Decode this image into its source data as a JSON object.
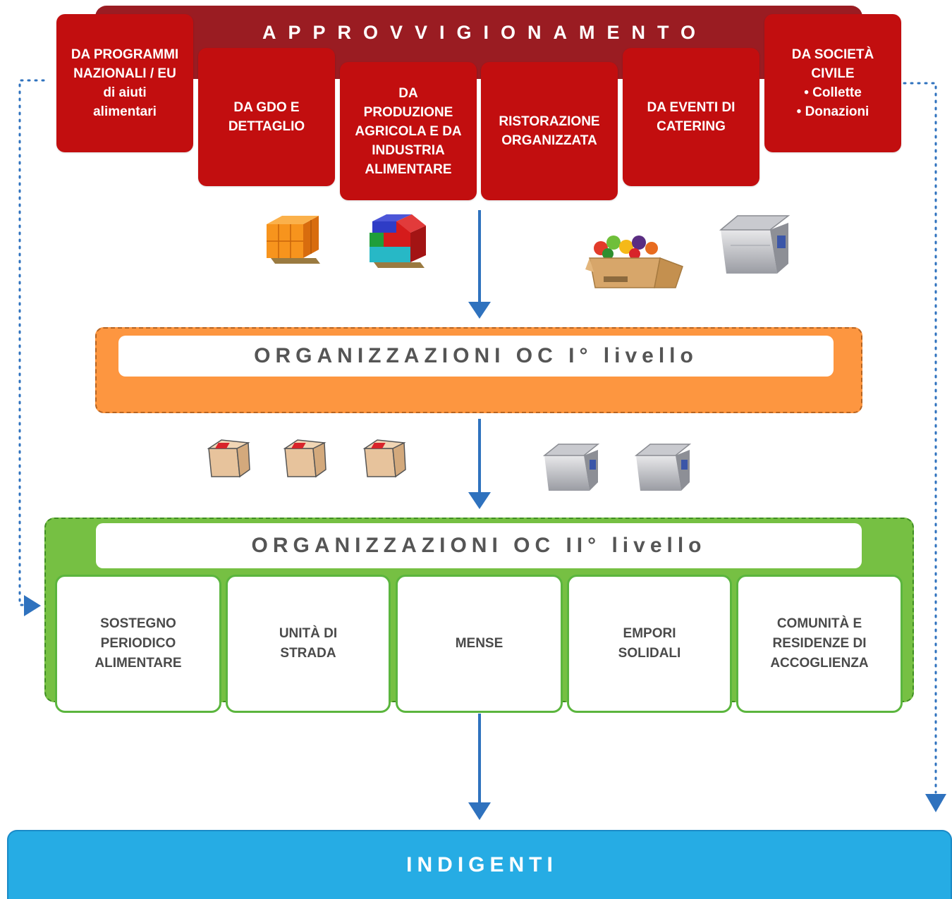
{
  "colors": {
    "banner": "#9a1c22",
    "source_box": "#c20e0f",
    "oc1": "#fd9640",
    "oc2": "#76c043",
    "indigenti": "#26ace4",
    "arrow": "#2f72be"
  },
  "banner": {
    "title": "APPROVVIGIONAMENTO"
  },
  "sources": [
    {
      "label": "DA PROGRAMMI\nNAZIONALI / EU\ndi aiuti\nalimentari"
    },
    {
      "label": "DA GDO E\nDETTAGLIO"
    },
    {
      "label": "DA\nPRODUZIONE\nAGRICOLA E DA\nINDUSTRIA\nALIMENTARE"
    },
    {
      "label": "RISTORAZIONE\nORGANIZZATA"
    },
    {
      "label": "DA EVENTI DI\nCATERING"
    },
    {
      "label": "DA SOCIETÀ\nCIVILE\n• Collette\n• Donazioni"
    }
  ],
  "icons_row1": [
    "pallet-boxes-icon",
    "pallet-mixed-icon",
    "produce-box-icon",
    "thermal-container-icon"
  ],
  "oc1": {
    "label": "ORGANIZZAZIONI OC I° livello"
  },
  "icons_row2": [
    "parcel-icon",
    "parcel-icon",
    "parcel-icon",
    "thermal-container-icon",
    "thermal-container-icon"
  ],
  "oc2": {
    "label": "ORGANIZZAZIONI OC II° livello",
    "services": [
      {
        "label": "SOSTEGNO\nPERIODICO\nALIMENTARE"
      },
      {
        "label": "UNITÀ DI\nSTRADA"
      },
      {
        "label": "MENSE"
      },
      {
        "label": "EMPORI\nSOLIDALI"
      },
      {
        "label": "COMUNITÀ E\nRESIDENZE DI\nACCOGLIENZA"
      }
    ]
  },
  "indigenti": {
    "label": "INDIGENTI"
  }
}
